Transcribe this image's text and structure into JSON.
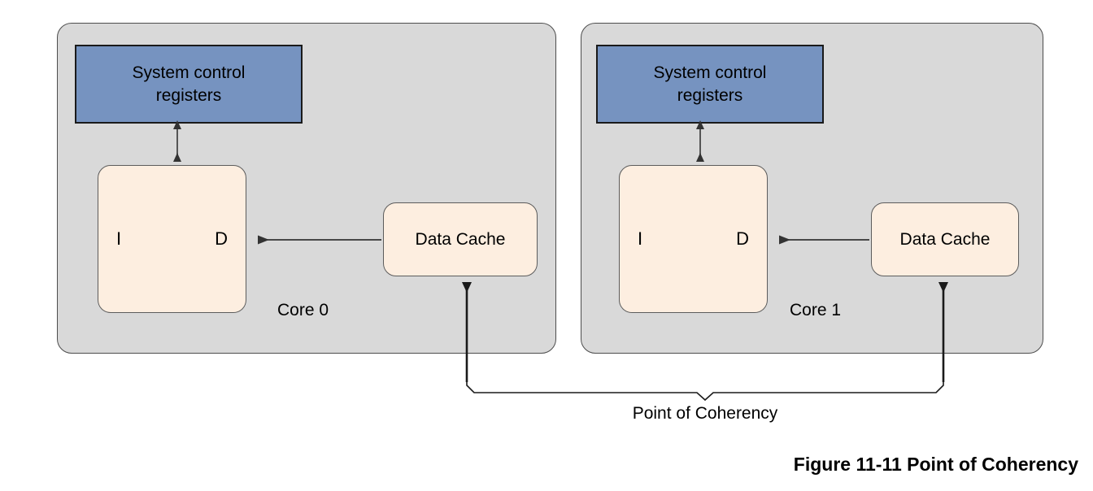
{
  "figure": {
    "caption": "Figure 11-11 Point of Coherency",
    "coherency_label": "Point of Coherency",
    "colors": {
      "panel_fill": "#d9d9d9",
      "panel_stroke": "#4d4d4d",
      "scr_fill": "#7693c0",
      "scr_stroke": "#1a1a1a",
      "cache_fill": "#fdeee0",
      "cache_stroke": "#5c5c5c",
      "arrow": "#1a1a1a",
      "text": "#000000",
      "background": "#ffffff"
    }
  },
  "cores": [
    {
      "id": "core-0",
      "label": "Core 0",
      "system_control_registers": {
        "line1": "System control",
        "line2": "registers"
      },
      "id_box": {
        "instruction": "I",
        "data": "D"
      },
      "data_cache": {
        "label": "Data Cache"
      }
    },
    {
      "id": "core-1",
      "label": "Core 1",
      "system_control_registers": {
        "line1": "System control",
        "line2": "registers"
      },
      "id_box": {
        "instruction": "I",
        "data": "D"
      },
      "data_cache": {
        "label": "Data Cache"
      }
    }
  ],
  "connections": [
    {
      "name": "scr-to-core-0",
      "kind": "bidirectional-vertical"
    },
    {
      "name": "dcache-to-d-core-0",
      "kind": "arrow-left"
    },
    {
      "name": "poc-to-dcache-core-0",
      "kind": "arrow-up"
    },
    {
      "name": "scr-to-core-1",
      "kind": "bidirectional-vertical"
    },
    {
      "name": "dcache-to-d-core-1",
      "kind": "arrow-left"
    },
    {
      "name": "poc-to-dcache-core-1",
      "kind": "arrow-up"
    },
    {
      "name": "coherency-brace",
      "kind": "brace"
    }
  ]
}
